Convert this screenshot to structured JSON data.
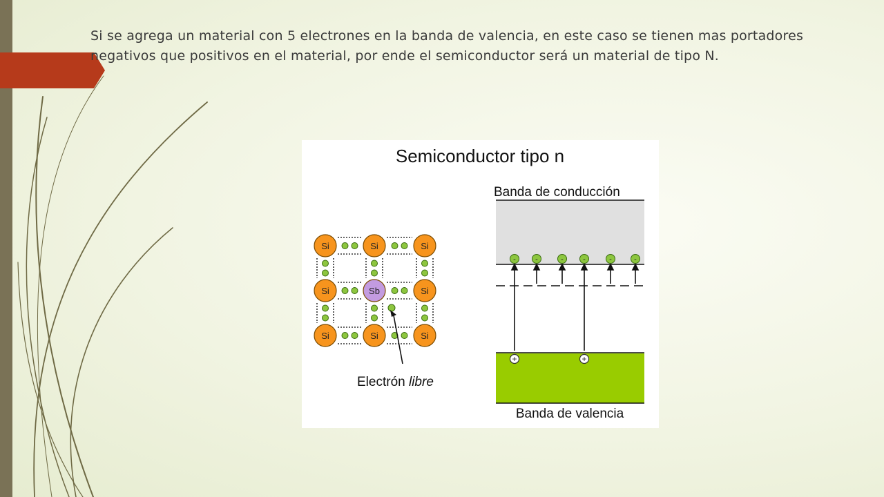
{
  "slide": {
    "body_text": "Si se agrega un material con 5 electrones en la banda de valencia, en este caso se tienen mas portadores negativos que positivos en el material, por ende el semiconductor será un material de tipo N."
  },
  "figure": {
    "title": "Semiconductor tipo n",
    "conduction_band_label": "Banda de conducción",
    "valence_band_label": "Banda de valencia",
    "free_electron_label": "Electrón",
    "free_electron_label_italic": "libre",
    "atom_si": "Si",
    "atom_sb": "Sb",
    "electron_sign": "-",
    "hole_sign": "+"
  },
  "colors": {
    "si_atom": "#f7941d",
    "sb_atom": "#c39be0",
    "electron": "#8dc63f",
    "valence_band": "#99cc00",
    "conduction_band": "#e0e0e0",
    "accent_tab": "#b63a1b",
    "left_bar": "#7a7256"
  }
}
